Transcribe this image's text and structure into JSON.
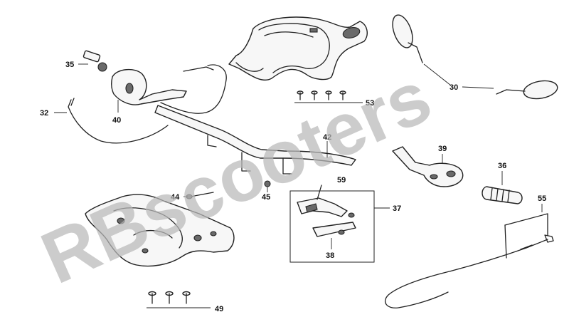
{
  "watermark": {
    "text": "RBscooters",
    "color": "#b9b9b9"
  },
  "diagram": {
    "callouts": [
      {
        "id": "35",
        "label": "35"
      },
      {
        "id": "40",
        "label": "40"
      },
      {
        "id": "32",
        "label": "32"
      },
      {
        "id": "53",
        "label": "53"
      },
      {
        "id": "30",
        "label": "30"
      },
      {
        "id": "42",
        "label": "42"
      },
      {
        "id": "39",
        "label": "39"
      },
      {
        "id": "36",
        "label": "36"
      },
      {
        "id": "59",
        "label": "59"
      },
      {
        "id": "37",
        "label": "37"
      },
      {
        "id": "44",
        "label": "44"
      },
      {
        "id": "45",
        "label": "45"
      },
      {
        "id": "38",
        "label": "38"
      },
      {
        "id": "55",
        "label": "55"
      },
      {
        "id": "49",
        "label": "49"
      }
    ]
  }
}
